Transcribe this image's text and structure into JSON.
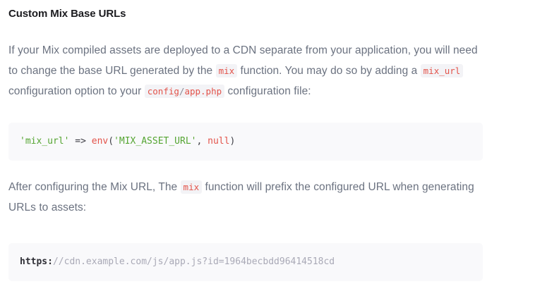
{
  "document": {
    "heading": "Custom Mix Base URLs",
    "paragraphs": [
      {
        "id": "intro",
        "segments": [
          {
            "type": "text",
            "value": "If your Mix compiled assets are deployed to a CDN separate from your application, you will need to change the base URL generated by the "
          },
          {
            "type": "code",
            "value": "mix"
          },
          {
            "type": "text",
            "value": " function. You may do so by adding a "
          },
          {
            "type": "code",
            "value": "mix_url"
          },
          {
            "type": "text",
            "value": " configuration option to your "
          },
          {
            "type": "code-path",
            "value": "config/app.php",
            "left": "config",
            "sep": "/",
            "right": "app.php"
          },
          {
            "type": "text",
            "value": " configuration file:"
          }
        ]
      },
      {
        "id": "after",
        "segments": [
          {
            "type": "text",
            "value": "After configuring the Mix URL, The "
          },
          {
            "type": "code",
            "value": "mix"
          },
          {
            "type": "text",
            "value": " function will prefix the configured URL when generating URLs to assets:"
          }
        ]
      }
    ],
    "code_blocks": [
      {
        "id": "mix-url-config",
        "language": "php",
        "raw": "'mix_url' => env('MIX_ASSET_URL', null)",
        "tokens": [
          {
            "t": "str",
            "v": "'mix_url'"
          },
          {
            "t": "plain",
            "v": " "
          },
          {
            "t": "op",
            "v": "=>"
          },
          {
            "t": "plain",
            "v": " "
          },
          {
            "t": "fn",
            "v": "env"
          },
          {
            "t": "punct",
            "v": "("
          },
          {
            "t": "str",
            "v": "'MIX_ASSET_URL'"
          },
          {
            "t": "punct",
            "v": ","
          },
          {
            "t": "plain",
            "v": " "
          },
          {
            "t": "kw",
            "v": "null"
          },
          {
            "t": "punct",
            "v": ")"
          }
        ]
      },
      {
        "id": "generated-url",
        "language": "url",
        "raw": "https://cdn.example.com/js/app.js?id=1964becbdd96414518cd",
        "scheme": "https:",
        "rest": "//cdn.example.com/js/app.js?id=1964becbdd96414518cd"
      }
    ]
  },
  "theme": {
    "page_background": "#ffffff",
    "heading_color": "#1b1b1f",
    "body_text_color": "#6b7280",
    "inline_code_background": "#f3f3f6",
    "inline_code_color": "#e3534a",
    "code_block_background": "#f9f9fb",
    "code_string_color": "#55a532",
    "code_function_color": "#e3534a",
    "code_keyword_color": "#e3534a",
    "code_operator_color": "#3f3f46",
    "url_scheme_color": "#2f2f36",
    "url_rest_color": "#a9a9b6"
  }
}
